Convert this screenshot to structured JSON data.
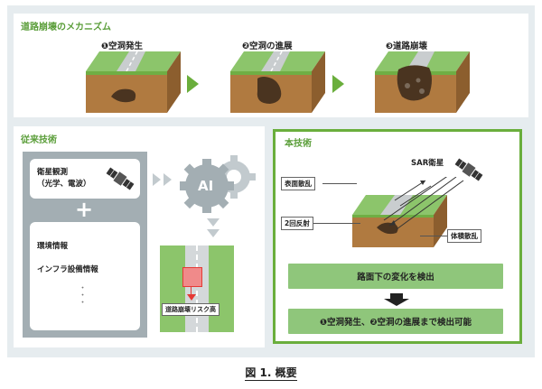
{
  "top": {
    "title": "道路崩壊のメカニズム",
    "steps": [
      "❶空洞発生",
      "❷空洞の進展",
      "❸道路崩壊"
    ]
  },
  "conventional": {
    "title": "従来技術",
    "satellite_line1": "衛星観測",
    "satellite_line2": "（光学、電波）",
    "plus": "+",
    "env_info": "環境情報",
    "infra_info": "インフラ設備情報",
    "dots": "・\n・\n・",
    "ai": "AI",
    "risk_label": "道路崩壊リスク高"
  },
  "proposed": {
    "title": "本技術",
    "sar": "SAR衛星",
    "surface_scatter": "表面散乱",
    "double_bounce": "2回反射",
    "volume_scatter": "体積散乱",
    "detect_change": "路面下の変化を検出",
    "detect_result": "❶空洞発生、❷空洞の進展まで検出可能"
  },
  "caption": "図 1. 概要",
  "colors": {
    "accent_green": "#6aae3c",
    "bar_green": "#8fc67b",
    "panel_bg": "#e6ecef",
    "risk_red": "#e53935"
  }
}
